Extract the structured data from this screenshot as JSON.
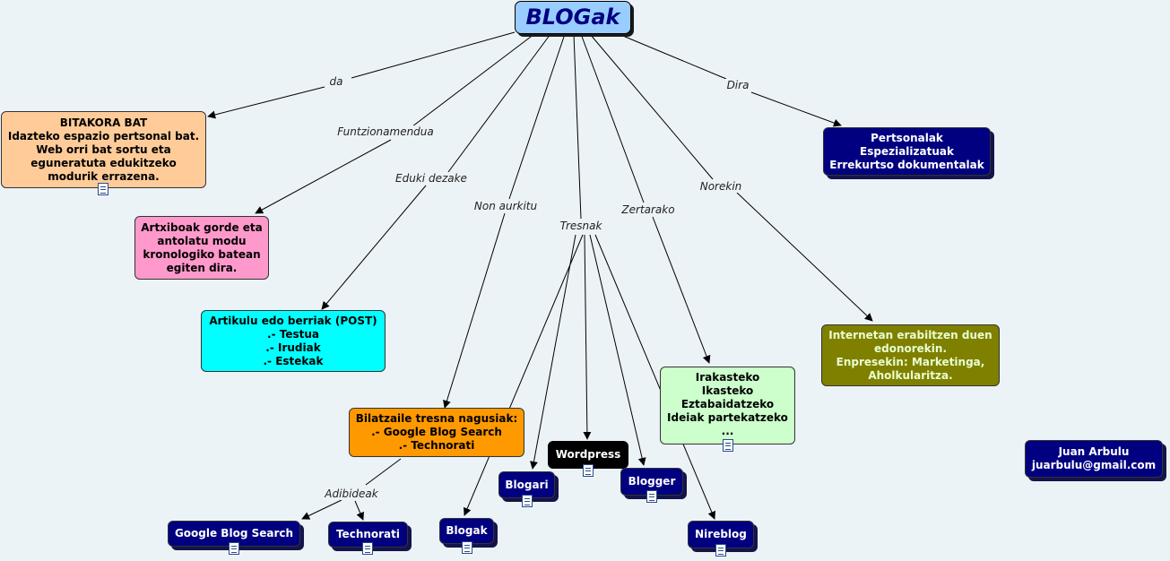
{
  "root": {
    "title": "BLOGak"
  },
  "nodes": {
    "bitakora": {
      "lines": [
        "BITAKORA BAT",
        "Idazteko espazio pertsonal bat.",
        "Web orri bat sortu eta",
        "eguneratuta edukitzeko",
        "modurik errazena."
      ]
    },
    "artxiboak": {
      "lines": [
        "Artxiboak gorde eta",
        "antolatu modu",
        "kronologiko batean",
        "egiten dira."
      ]
    },
    "artikulu": {
      "lines": [
        "Artikulu edo berriak (POST)",
        ".- Testua",
        ".- Irudiak",
        ".- Estekak"
      ]
    },
    "bilatzaile": {
      "lines": [
        "Bilatzaile tresna nagusiak:",
        ".- Google Blog Search",
        ".- Technorati"
      ]
    },
    "google": {
      "lines": [
        "Google Blog Search"
      ]
    },
    "technorati": {
      "lines": [
        "Technorati"
      ]
    },
    "blogak": {
      "lines": [
        "Blogak"
      ]
    },
    "blogari": {
      "lines": [
        "Blogari"
      ]
    },
    "wordpress": {
      "lines": [
        "Wordpress"
      ]
    },
    "blogger": {
      "lines": [
        "Blogger"
      ]
    },
    "nireblog": {
      "lines": [
        "Nireblog"
      ]
    },
    "irakasteko": {
      "lines": [
        "Irakasteko",
        "Ikasteko",
        "Eztabaidatzeko",
        "Ideiak partekatzeko",
        "..."
      ]
    },
    "internetan": {
      "lines": [
        "Internetan erabiltzen duen",
        "edonorekin.",
        "Enpresekin: Marketinga,",
        "Aholkularitza."
      ]
    },
    "pertsonalak": {
      "lines": [
        "Pertsonalak",
        "Espezializatuak",
        "Errekurtso dokumentalak"
      ]
    },
    "author": {
      "lines": [
        "Juan Arbulu",
        "juarbulu@gmail.com"
      ]
    }
  },
  "links": {
    "da": "da",
    "funtzionamendua": "Funtzionamendua",
    "eduki_dezake": "Eduki dezake",
    "non_aurkitu": "Non aurkitu",
    "tresnak": "Tresnak",
    "zertarako": "Zertarako",
    "norekin": "Norekin",
    "dira": "Dira",
    "adibideak": "Adibideak"
  },
  "colors": {
    "background": "#ecf3f6",
    "root": "#99ccff",
    "bitakora": "#ffcc99",
    "artxiboak": "#ff99cc",
    "artikulu": "#00ffff",
    "bilatzaile": "#ff9900",
    "irakasteko": "#ccffcc",
    "internetan": "#808000",
    "dark_node": "#000080",
    "black_node": "#000000"
  }
}
